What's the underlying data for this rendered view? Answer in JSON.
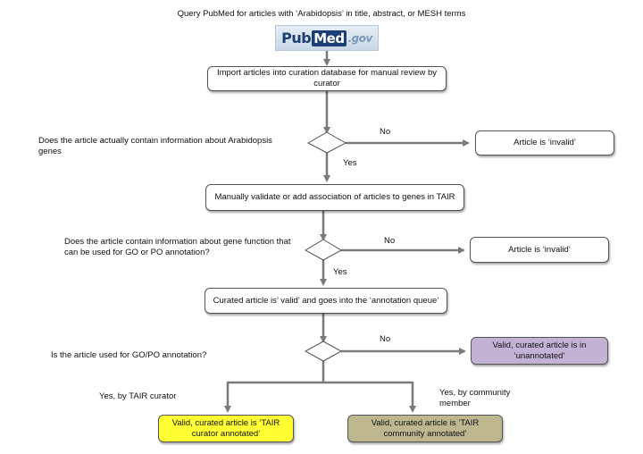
{
  "title": "Query PubMed for articles with ‘Arabidopsis’ in title, abstract, or  MESH terms",
  "logo": {
    "part1": "Pub",
    "part2": "Med",
    "part3": ".gov"
  },
  "steps": {
    "import": "Import articles into curation database for manual review by curator",
    "validate": "Manually validate or add association of articles to genes in TAIR",
    "curated": "Curated article is’ valid’ and goes into the ‘annotation queue’"
  },
  "questions": {
    "q1": "Does the article actually contain information about Arabidopsis genes",
    "q2": "Does the article contain information about gene function that can be used for GO or PO annotation?",
    "q3": "Is the article used for GO/PO annotation?"
  },
  "edges": {
    "no1": "No",
    "yes1": "Yes",
    "no2": "No",
    "yes2": "Yes",
    "no3": "No",
    "yes_tair": "Yes, by TAIR curator",
    "yes_community": "Yes, by community member"
  },
  "outcomes": {
    "invalid1": "Article is ‘invalid’",
    "invalid2": "Article is ‘invalid’",
    "unannotated": "Valid, curated article is in ‘unannotated’",
    "tair": "Valid, curated article is ‘TAIR curator annotated’",
    "community": "Valid, curated article is  ‘TAIR community annotated’"
  },
  "colors": {
    "unannotated": "#c3b2d4",
    "tair": "#ffff33",
    "community": "#bdb68e",
    "arrow": "#7a7a7a"
  }
}
